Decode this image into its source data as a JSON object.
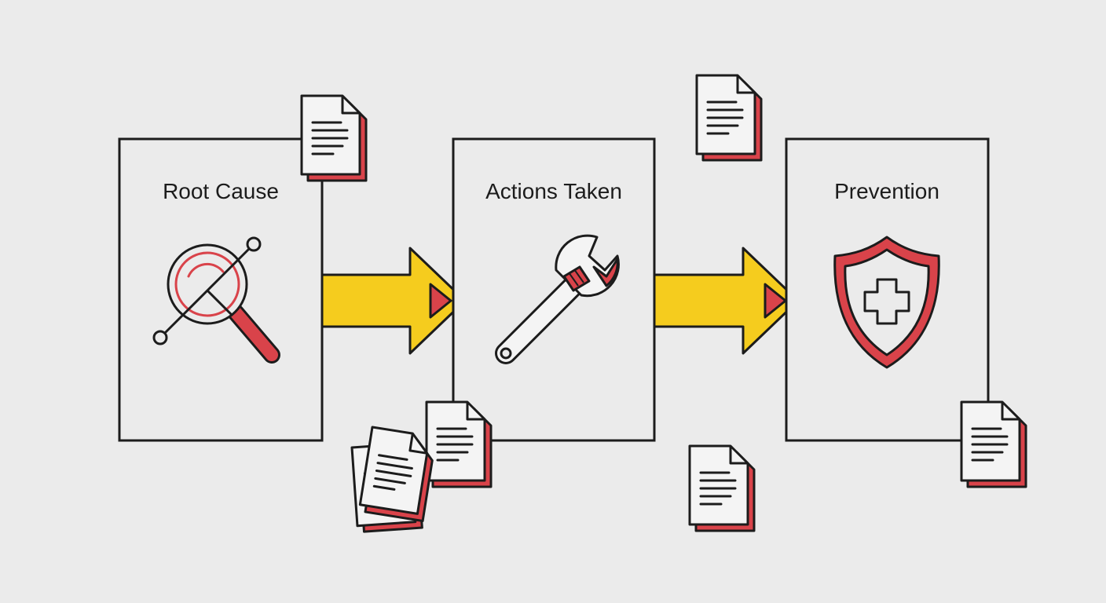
{
  "colors": {
    "background": "#ebebeb",
    "outline": "#1c1c1c",
    "accent_red": "#d9434a",
    "accent_yellow": "#f5cc1e",
    "paper": "#f4f4f4"
  },
  "steps": [
    {
      "label": "Root Cause",
      "icon": "magnifier-icon"
    },
    {
      "label": "Actions Taken",
      "icon": "wrench-icon"
    },
    {
      "label": "Prevention",
      "icon": "shield-plus-icon"
    }
  ],
  "connectors": [
    {
      "from": "Root Cause",
      "to": "Actions Taken",
      "icon": "arrow-right-icon"
    },
    {
      "from": "Actions Taken",
      "to": "Prevention",
      "icon": "arrow-right-icon"
    }
  ],
  "documents": [
    {
      "icon": "document-icon"
    },
    {
      "icon": "document-icon"
    },
    {
      "icon": "document-icon"
    },
    {
      "icon": "document-stack-icon"
    },
    {
      "icon": "document-icon"
    },
    {
      "icon": "document-icon"
    }
  ]
}
